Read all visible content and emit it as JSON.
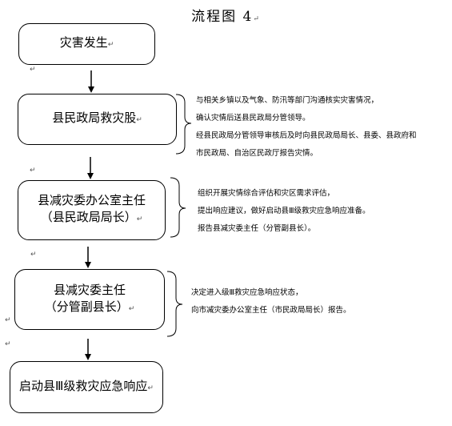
{
  "title": "流程图 4",
  "para_mark": "↵",
  "steps": [
    {
      "line1": "灾害发生",
      "line2": ""
    },
    {
      "line1": "县民政局救灾股",
      "line2": ""
    },
    {
      "line1": "县减灾委办公室主任",
      "line2": "（县民政局局长）"
    },
    {
      "line1": "县减灾委主任",
      "line2": "（分管副县长）"
    },
    {
      "line1": "启动县Ⅲ级救灾应急响应",
      "line2": ""
    }
  ],
  "notes": [
    [
      "与相关乡镇以及气象、防汛等部门沟通核实灾害情况，",
      "确认灾情后送县民政局分管领导。",
      "经县民政局分管领导审核后及时向县民政局局长、县委、县政府和",
      "市民政局、自治区民政厅报告灾情。"
    ],
    [
      "组织开展灾情综合评估和灾区需求评估，",
      "提出响应建议，做好启动县Ⅲ级救灾应急响应准备。",
      "报告县减灾委主任（分管副县长）。"
    ],
    [
      "决定进入级Ⅲ救灾应急响应状态，",
      "向市减灾委办公室主任（市民政局局长）报告。"
    ]
  ]
}
